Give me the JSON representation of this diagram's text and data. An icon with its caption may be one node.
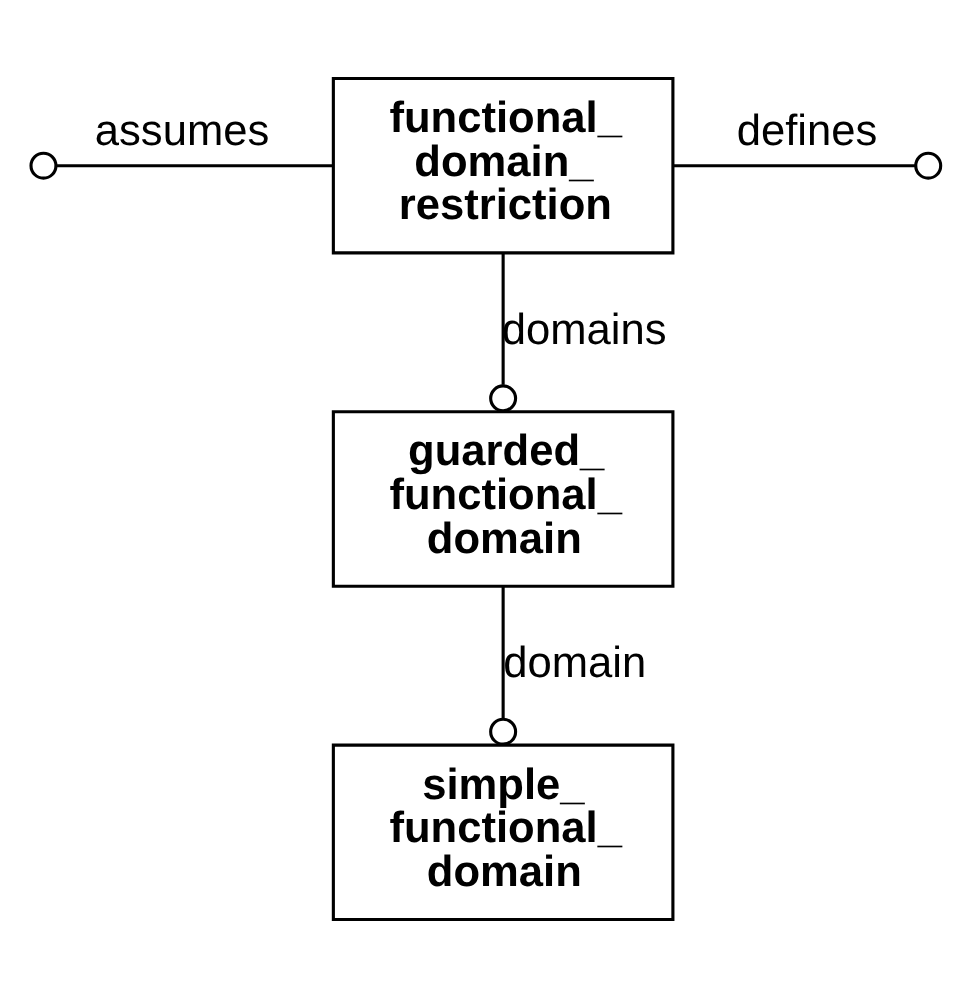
{
  "diagram": {
    "nodes": [
      {
        "text": [
          "functional_ domain_ restriction"
        ]
      },
      {
        "text": [
          "guarded_ functional_ domain"
        ]
      },
      {
        "text": [
          "simple_ functional_ domain"
        ]
      }
    ],
    "edges": [
      {
        "from": 0,
        "to": null,
        "arrow": "other",
        "label": "assumes"
      },
      {
        "from": 0,
        "to": null,
        "arrow": "other",
        "label": "defines"
      },
      {
        "from": 0,
        "to": 1,
        "arrow": "other",
        "label": "domains"
      },
      {
        "from": 1,
        "to": 2,
        "arrow": "other",
        "label": "domain"
      }
    ]
  }
}
